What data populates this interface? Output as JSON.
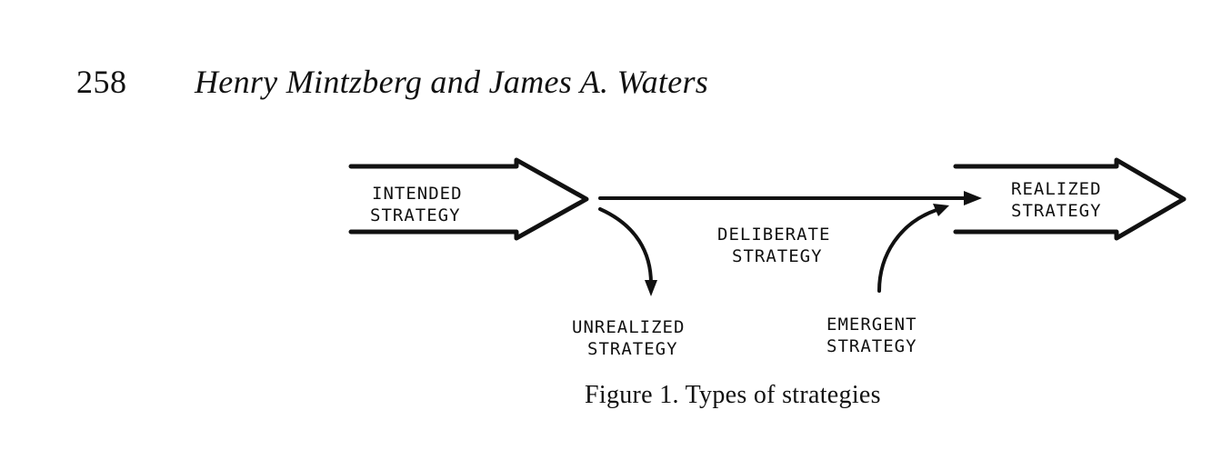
{
  "header": {
    "page_number": "258",
    "running_head": "Henry Mintzberg and James A. Waters"
  },
  "figure": {
    "intended": [
      "INTENDED",
      "STRATEGY"
    ],
    "deliberate": [
      "DELIBERATE",
      "STRATEGY"
    ],
    "realized": [
      "REALIZED",
      "STRATEGY"
    ],
    "unrealized": [
      "UNREALIZED",
      "STRATEGY"
    ],
    "emergent": [
      "EMERGENT",
      "STRATEGY"
    ],
    "caption": "Figure 1. Types of strategies"
  }
}
